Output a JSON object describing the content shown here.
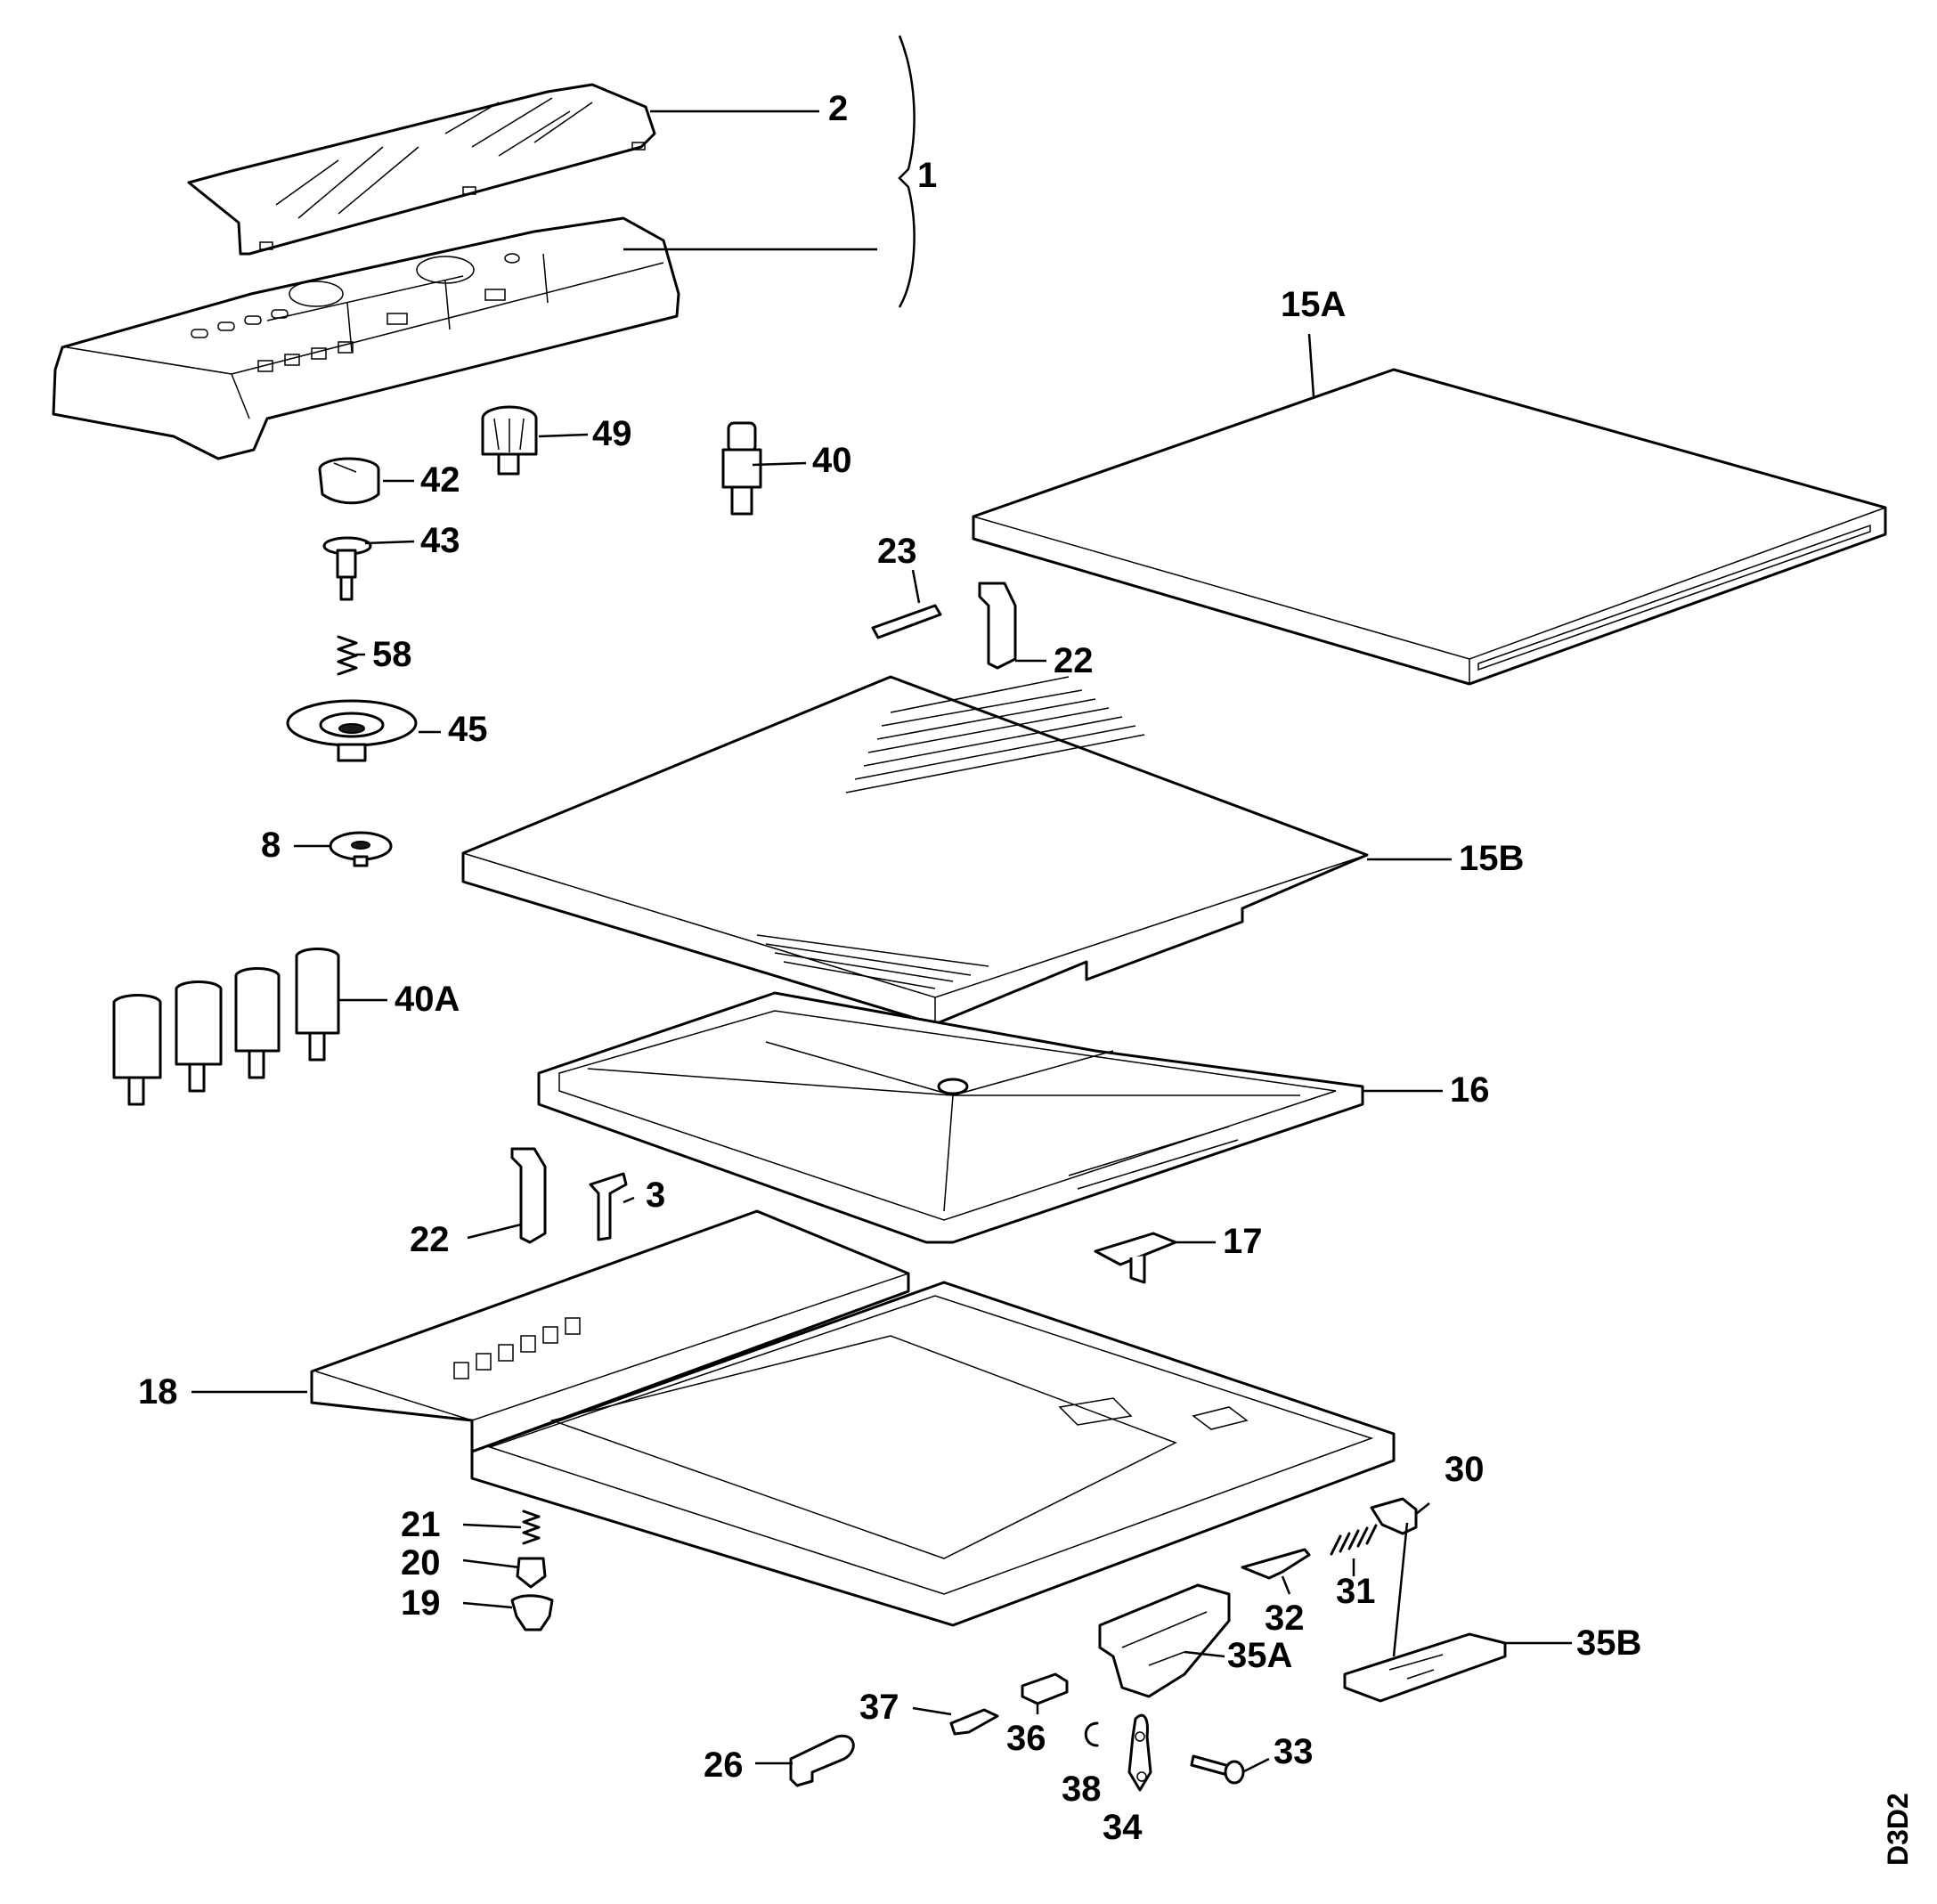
{
  "labels": {
    "p1": "1",
    "p2": "2",
    "p3": "3",
    "p8": "8",
    "p15a": "15A",
    "p15b": "15B",
    "p16": "16",
    "p17": "17",
    "p18": "18",
    "p19": "19",
    "p20": "20",
    "p21": "21",
    "p22a": "22",
    "p22b": "22",
    "p23": "23",
    "p26": "26",
    "p30": "30",
    "p31": "31",
    "p32": "32",
    "p33": "33",
    "p34": "34",
    "p35a": "35A",
    "p35b": "35B",
    "p36": "36",
    "p37": "37",
    "p38": "38",
    "p40": "40",
    "p40a": "40A",
    "p42": "42",
    "p43": "43",
    "p45": "45",
    "p49": "49",
    "p58": "58"
  },
  "drawing_code": "D3D2"
}
